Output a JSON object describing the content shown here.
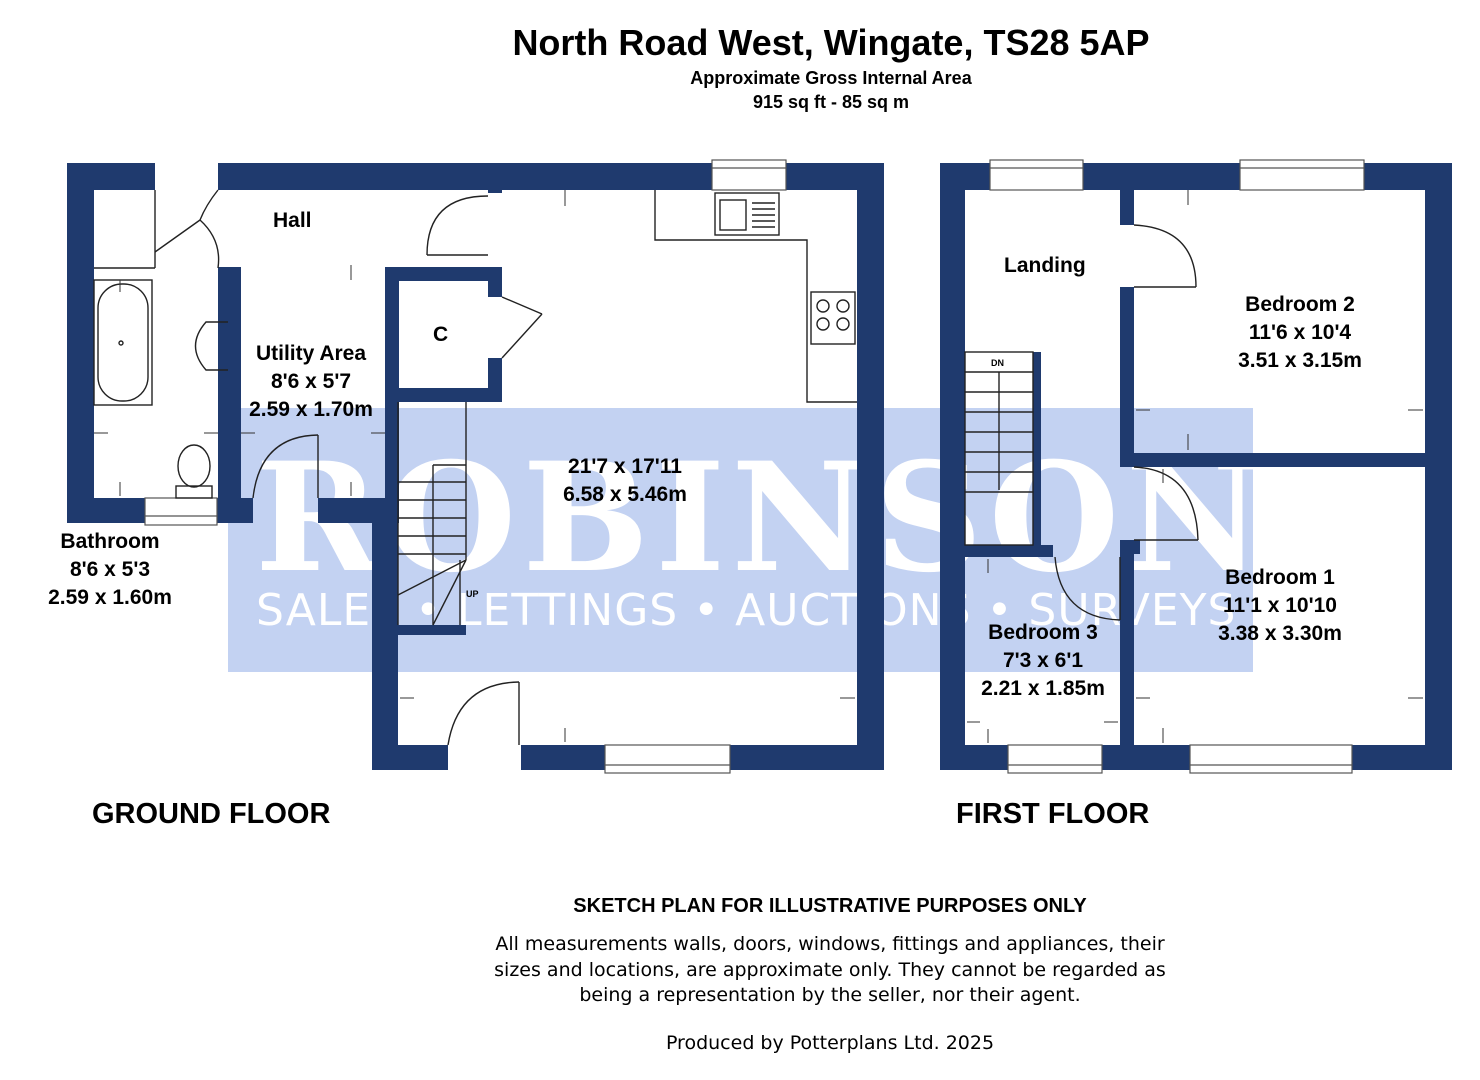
{
  "header": {
    "title": "North Road West, Wingate, TS28 5AP",
    "area_caption": "Approximate Gross Internal Area",
    "area_value": "915 sq ft - 85 sq m"
  },
  "watermark": {
    "brand": "ROBINSONS",
    "tagline": "SALES • LETTINGS • AUCTIONS • SURVEYS"
  },
  "ground_floor": {
    "label": "GROUND FLOOR",
    "hall": {
      "name": "Hall"
    },
    "cupboard": {
      "name": "C"
    },
    "utility": {
      "name": "Utility Area",
      "imperial": "8'6 x 5'7",
      "metric": "2.59 x 1.70m"
    },
    "bathroom": {
      "name": "Bathroom",
      "imperial": "8'6 x 5'3",
      "metric": "2.59 x 1.60m"
    },
    "main_room": {
      "imperial": "21'7 x 17'11",
      "metric": "6.58 x 5.46m"
    },
    "stairs_label": "UP"
  },
  "first_floor": {
    "label": "FIRST FLOOR",
    "landing": {
      "name": "Landing"
    },
    "stairs_label": "DN",
    "bedroom1": {
      "name": "Bedroom 1",
      "imperial": "11'1 x 10'10",
      "metric": "3.38 x 3.30m"
    },
    "bedroom2": {
      "name": "Bedroom 2",
      "imperial": "11'6 x 10'4",
      "metric": "3.51 x 3.15m"
    },
    "bedroom3": {
      "name": "Bedroom 3",
      "imperial": "7'3 x 6'1",
      "metric": "2.21 x 1.85m"
    }
  },
  "footer": {
    "heading": "SKETCH PLAN FOR ILLUSTRATIVE PURPOSES ONLY",
    "disclaimer_line1": "All measurements walls, doors, windows, fittings and appliances, their",
    "disclaimer_line2": "sizes and locations, are approximate only. They cannot be regarded as",
    "disclaimer_line3": "being a representation by the seller, nor their agent.",
    "credit": "Produced by Potterplans Ltd. 2025"
  },
  "colors": {
    "wall": "#1f3a6e",
    "watermark_fill": "#b3c6ef",
    "fixture_line": "#444444"
  }
}
